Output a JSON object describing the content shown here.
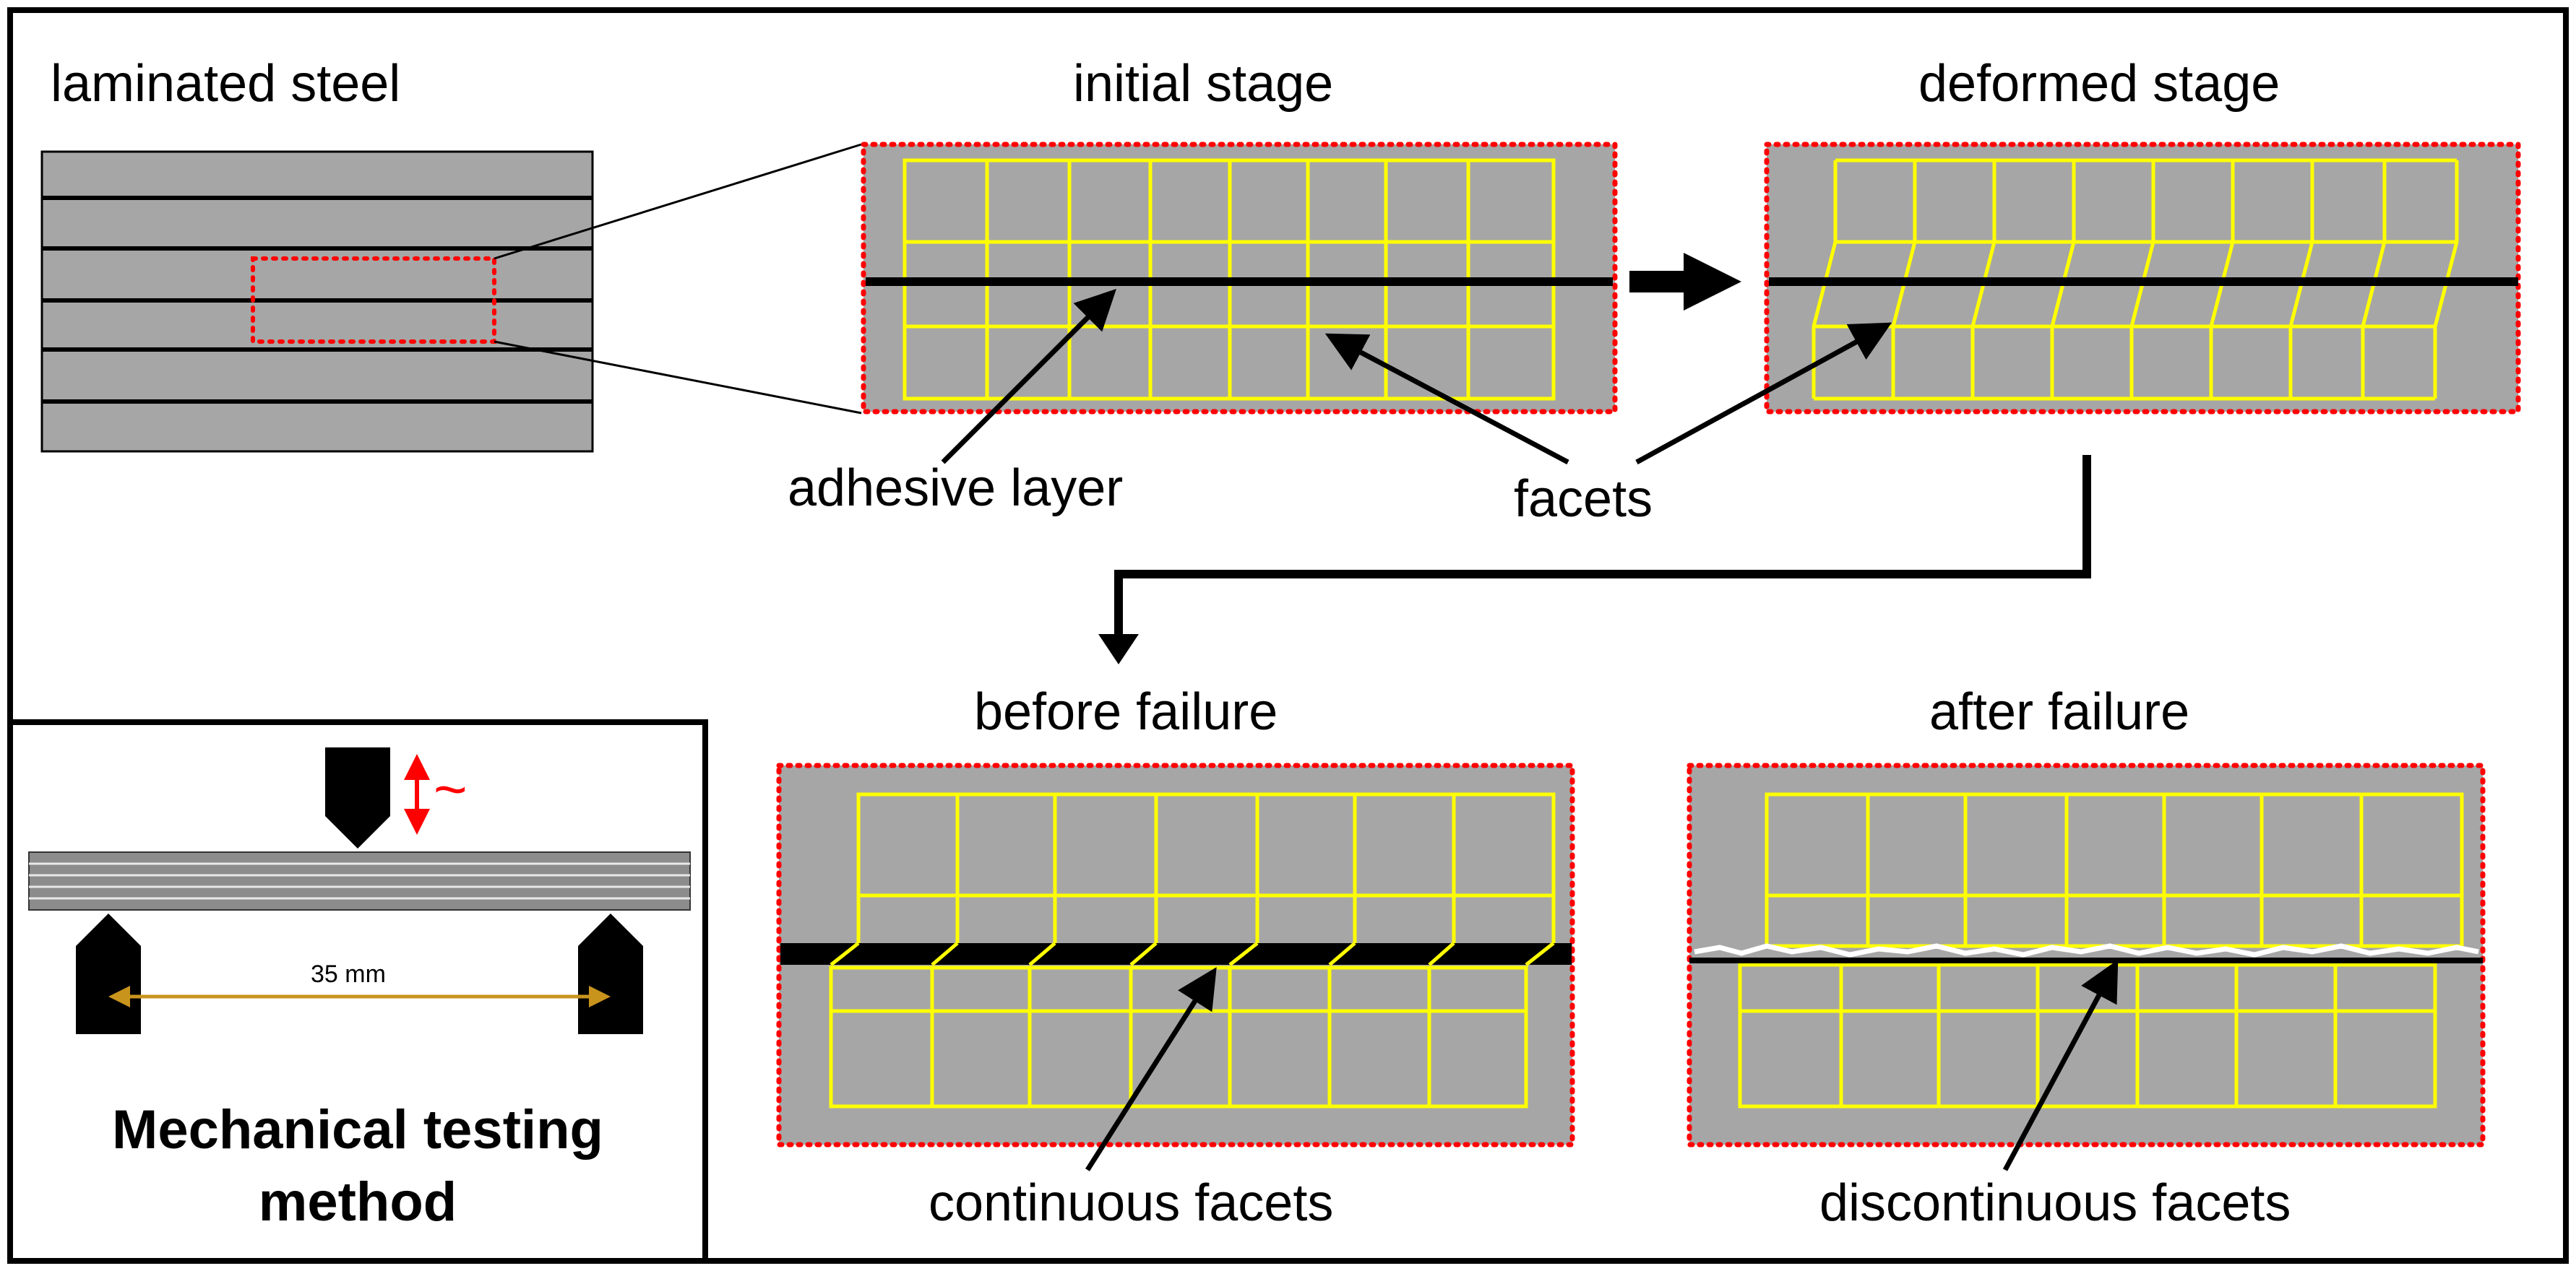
{
  "labels": {
    "laminated_steel": "laminated steel",
    "initial_stage": "initial stage",
    "deformed_stage": "deformed stage",
    "adhesive_layer": "adhesive layer",
    "facets": "facets",
    "before_failure": "before failure",
    "after_failure": "after failure",
    "continuous_facets": "continuous facets",
    "discontinuous_facets": "discontinuous facets",
    "span": "35 mm",
    "tilde": "~",
    "method_line1": "Mechanical testing",
    "method_line2": "method"
  },
  "colors": {
    "panel_gray": "#a6a6a6",
    "grid_yellow": "#ffff00",
    "dotted_red": "#ff0000",
    "adhesive_black": "#000000",
    "crack_white": "#ffffff",
    "dimension_gold": "#c8941c"
  },
  "icons": {
    "arrow": "black-arrow-icon",
    "loading": "double-headed-red-arrow-icon",
    "dimension": "double-headed-dimension-arrow-icon"
  }
}
